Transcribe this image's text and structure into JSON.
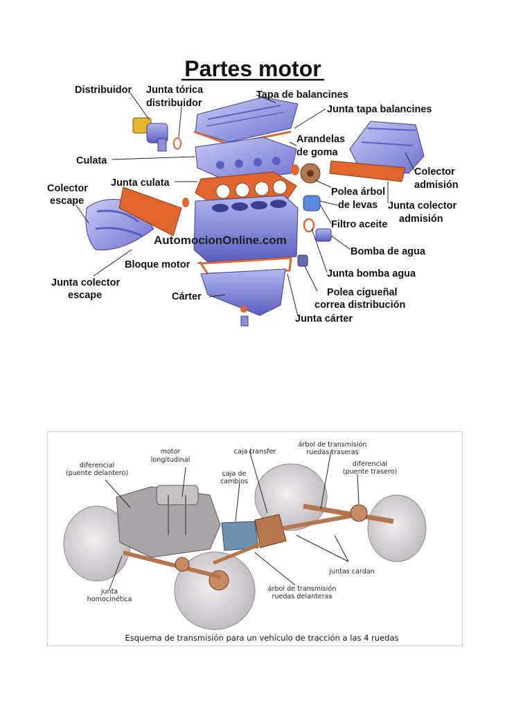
{
  "engine": {
    "title": "Partes motor",
    "watermark": "AutomocionOnline.com",
    "labels": {
      "distribuidor": "Distribuidor",
      "junta_torica_1": "Junta tórica",
      "junta_torica_2": "distribuidor",
      "tapa_balancines": "Tapa de balancines",
      "junta_tapa_balancines": "Junta tapa balancines",
      "arandelas_1": "Arandelas",
      "arandelas_2": "de goma",
      "culata": "Culata",
      "colector_admision_1": "Colector",
      "colector_admision_2": "admisión",
      "junta_culata": "Junta culata",
      "colector_escape_1": "Colector",
      "colector_escape_2": "escape",
      "polea_arbol_1": "Polea árbol",
      "polea_arbol_2": "de levas",
      "junta_colector_admision_1": "Junta colector",
      "junta_colector_admision_2": "admisión",
      "filtro_aceite": "Filtro aceite",
      "bomba_agua": "Bomba de agua",
      "bloque_motor": "Bloque motor",
      "junta_bomba_agua": "Junta bomba agua",
      "junta_colector_escape_1": "Junta colector",
      "junta_colector_escape_2": "escape",
      "polea_cigueñal_1": "Polea cigueñal",
      "polea_cigueñal_2": "correa distribución",
      "carter": "Cárter",
      "junta_carter": "Junta cárter"
    }
  },
  "drivetrain": {
    "caption": "Esquema de transmisión para un vehículo de tracción a las 4 ruedas",
    "labels": {
      "motor_1": "motor",
      "motor_2": "longitudinal",
      "caja_transfer": "caja transfer",
      "arbol_traseras_1": "árbol de transmisión",
      "arbol_traseras_2": "ruedas traseras",
      "dif_delantero_1": "diferencial",
      "dif_delantero_2": "(puente delantero)",
      "caja_cambios_1": "caja de",
      "caja_cambios_2": "cambios",
      "dif_trasero_1": "diferencial",
      "dif_trasero_2": "(puente trasero)",
      "juntas_cardan": "juntas cardan",
      "junta_homo_1": "junta",
      "junta_homo_2": "homocinética",
      "arbol_delanteras_1": "árbol de transmisión",
      "arbol_delanteras_2": "ruedas delanteras"
    }
  },
  "colors": {
    "part_blue": "#7c80d6",
    "part_blue_dark": "#4a4fa8",
    "gasket_orange": "#e0662e",
    "tire_grey": "#d9d6da",
    "axle_copper": "#b5764d"
  }
}
